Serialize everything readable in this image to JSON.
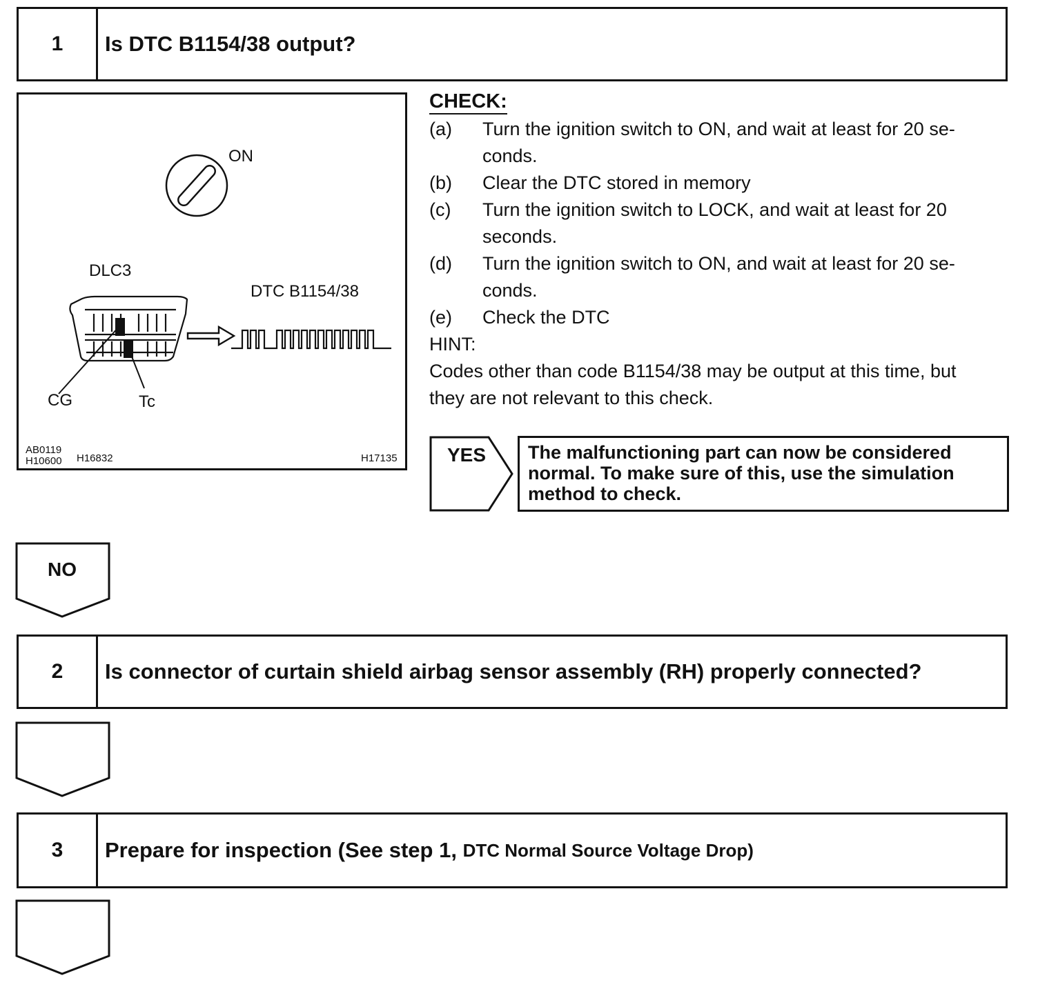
{
  "step1": {
    "number": "1",
    "title": "Is DTC B1154/38 output?"
  },
  "figure": {
    "on_label": "ON",
    "dlc_label": "DLC3",
    "dtc_label": "DTC B1154/38",
    "cg_label": "CG",
    "tc_label": "Tc",
    "code_a": "AB0119",
    "code_b": "H10600",
    "code_c": "H16832",
    "code_d": "H17135",
    "icons": [
      "ignition-switch-icon",
      "dlc3-connector-icon",
      "arrow-right-icon",
      "pulse-waveform-icon"
    ]
  },
  "check": {
    "heading": "CHECK:",
    "items": [
      {
        "label": "(a)",
        "text": "Turn the ignition switch to ON, and wait at least for 20 se-",
        "text2": "conds."
      },
      {
        "label": "(b)",
        "text": "Clear the DTC stored in memory"
      },
      {
        "label": "(c)",
        "text": "Turn the ignition switch to LOCK, and wait at least for 20",
        "text2": "seconds."
      },
      {
        "label": "(d)",
        "text": "Turn the ignition switch to ON, and wait at least for 20 se-",
        "text2": "conds."
      },
      {
        "label": "(e)",
        "text": "Check the DTC"
      }
    ],
    "hint_label": "HINT:",
    "hint_line1": "Codes other than code B1154/38 may be output at this time, but",
    "hint_line2": "they are not relevant to this check."
  },
  "yes": {
    "label": "YES",
    "line1": "The malfunctioning part can now be considered",
    "line2": "normal. To make sure of this, use the simulation",
    "line3": "method to check."
  },
  "no": {
    "label": "NO"
  },
  "step2": {
    "number": "2",
    "title": "Is connector of curtain shield airbag sensor assembly (RH) properly connected?"
  },
  "step3": {
    "number": "3",
    "title_main": "Prepare for inspection (See step 1, ",
    "title_small": "DTC Normal Source Voltage Drop)"
  }
}
